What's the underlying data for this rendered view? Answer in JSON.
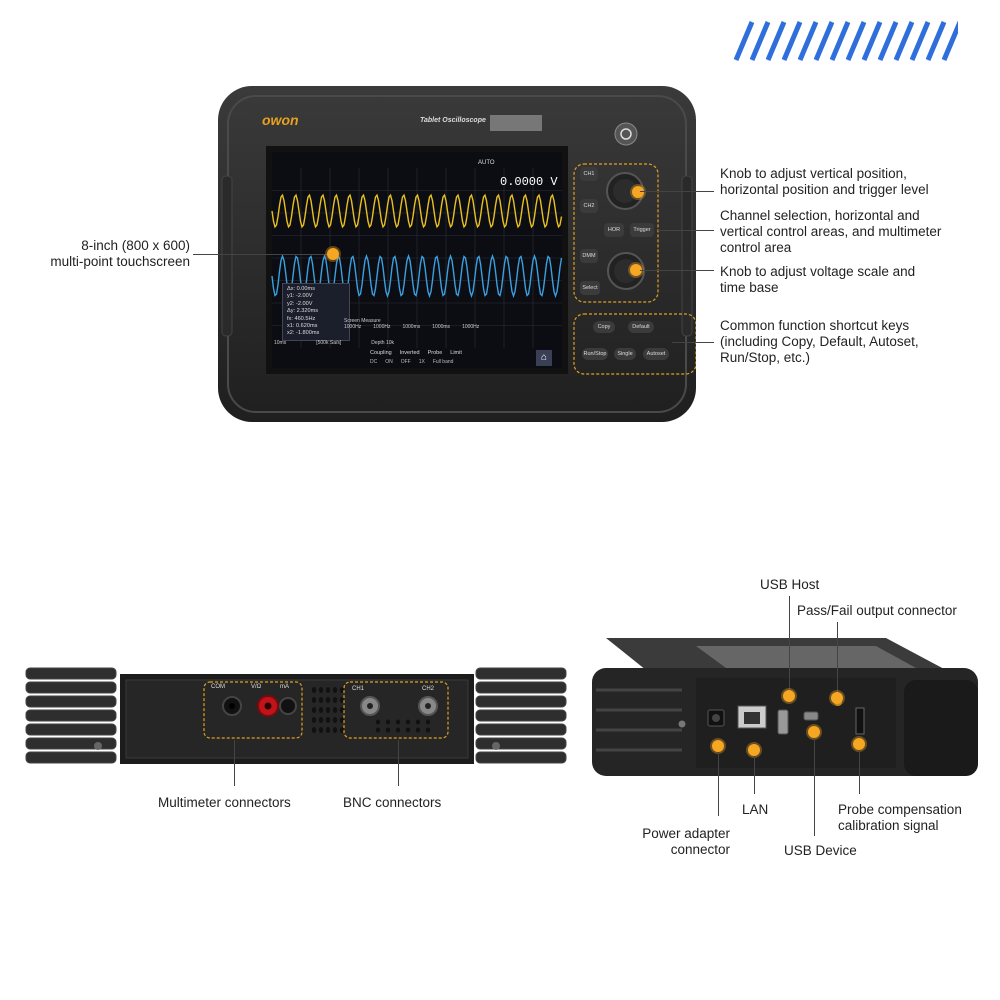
{
  "colors": {
    "accent": "#f5a623",
    "stripe": "#2f6fdc",
    "device": "#2b2b2b",
    "ch1_wave": "#e8c020",
    "ch2_wave": "#3aa0e0"
  },
  "device": {
    "brand": "owon",
    "model_label": "Tablet Oscilloscope",
    "screen": {
      "readout_value": "0.0000 V",
      "auto_label": "AUTO",
      "cursor_lines": [
        "Δx: 0.00ms",
        "y1: -2.00V",
        "y2: -2.00V",
        "Δy: 2.320ms",
        "fx: 460.5Hz",
        "x1: 0.620ms",
        "x2: -1.800ms"
      ],
      "measure_title": "Screen Measure",
      "measure_values": [
        "1000Hz",
        "1000Hz",
        "1000ms",
        "1000ms",
        "1000Hz"
      ],
      "bottom_menu": [
        "Coupling",
        "Inverted",
        "Probe",
        "Limit"
      ],
      "bottom_values": [
        "DC",
        "ON",
        "OFF",
        "1X",
        "Full band"
      ],
      "status_items": [
        "10ms",
        "[500k Sa/s]",
        "Depth 10k"
      ]
    },
    "buttons": {
      "ch1": "CH1",
      "ch2": "CH2",
      "hor": "HOR",
      "trigger": "Trigger",
      "dmm": "DMM",
      "select": "Select",
      "copy": "Copy",
      "default": "Default",
      "runstop": "Run/Stop",
      "single": "Single",
      "autoset": "Autoset"
    },
    "ports": {
      "com": "COM",
      "vohm": "V/Ω",
      "ma": "mA",
      "ch1": "CH1",
      "ch2": "CH2"
    }
  },
  "annotations": {
    "knob_top": [
      "Knob to adjust vertical position,",
      "horizontal position and trigger level"
    ],
    "channel_select": [
      "Channel selection, horizontal and",
      "vertical control areas, and multimeter",
      "control area"
    ],
    "knob_bottom": [
      "Knob to adjust voltage scale and",
      "time base"
    ],
    "shortcuts": [
      "Common function shortcut keys",
      "(including Copy, Default, Autoset,",
      "Run/Stop, etc.)"
    ],
    "touchscreen": [
      "8-inch (800 x 600)",
      "multi-point touchscreen"
    ],
    "multimeter": "Multimeter connectors",
    "bnc": "BNC connectors",
    "usb_host": "USB Host",
    "passfail": "Pass/Fail output connector",
    "lan": "LAN",
    "power": [
      "Power adapter",
      "connector"
    ],
    "usb_device": "USB Device",
    "probe_comp": [
      "Probe compensation",
      "calibration signal"
    ]
  }
}
